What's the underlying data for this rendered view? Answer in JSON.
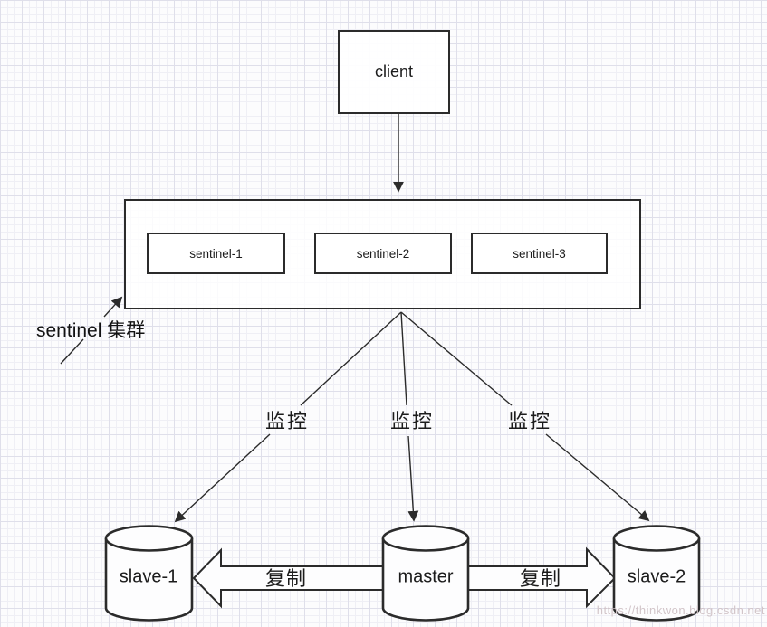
{
  "diagram": {
    "client": {
      "label": "client"
    },
    "sentinel_cluster": {
      "label": "sentinel 集群",
      "sentinels": [
        {
          "label": "sentinel-1"
        },
        {
          "label": "sentinel-2"
        },
        {
          "label": "sentinel-3"
        }
      ]
    },
    "monitor_edges": [
      {
        "label": "监控"
      },
      {
        "label": "监控"
      },
      {
        "label": "监控"
      }
    ],
    "replication_edges": [
      {
        "label": "复制"
      },
      {
        "label": "复制"
      }
    ],
    "databases": [
      {
        "label": "slave-1"
      },
      {
        "label": "master"
      },
      {
        "label": "slave-2"
      }
    ],
    "watermark": "https://thinkwon.blog.csdn.net",
    "colors": {
      "stroke": "#2b2b2b",
      "text": "#1c1c1c",
      "paper": "#fcfcfd",
      "grid_minor": "#efeff5",
      "grid_major": "#dfdfea",
      "watermark": "#d2c5c9"
    }
  }
}
